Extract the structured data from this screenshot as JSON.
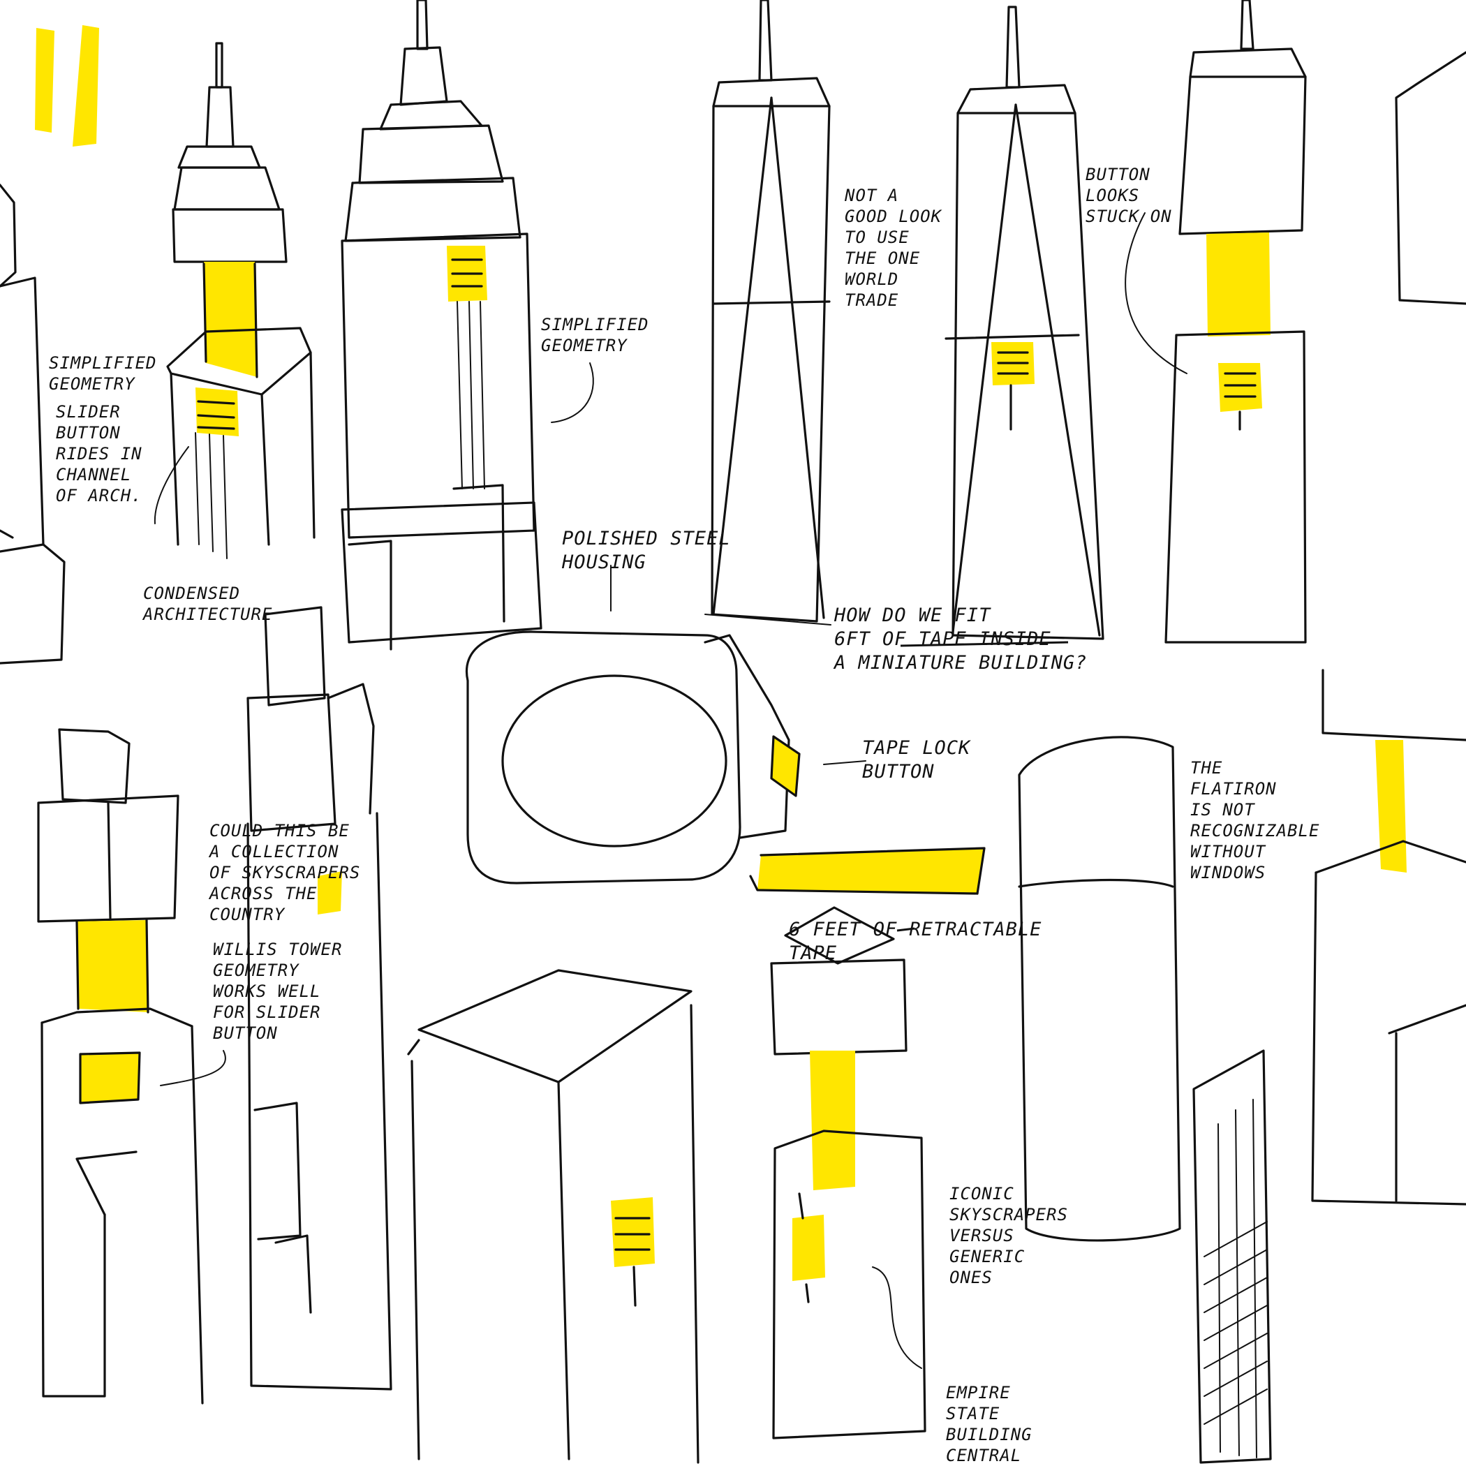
{
  "colors": {
    "ink": "#111111",
    "marker_yellow": "#ffe600",
    "paper": "#ffffff"
  },
  "annotations": {
    "simplified_geometry_left": "SIMPLIFIED\nGEOMETRY",
    "slider_button": "SLIDER\nBUTTON\nRIDES IN\nCHANNEL\nOF ARCH.",
    "simplified_geometry_right": "SIMPLIFIED\nGEOMETRY",
    "not_a_good_look": "NOT A\nGOOD LOOK\nTO USE\nTHE ONE\nWORLD\nTRADE",
    "button_looks_stuck": "BUTTON\nLOOKS\nSTUCK ON",
    "polished_steel": "POLISHED STEEL\nHOUSING",
    "condensed_architecture": "CONDENSED\nARCHITECTURE",
    "how_do_we_fit": "HOW DO WE FIT\n6FT OF TAPE INSIDE\nA MINIATURE BUILDING?",
    "tape_lock_button": "TAPE LOCK\nBUTTON",
    "flatiron": "THE\nFLATIRON\nIS NOT\nRECOGNIZABLE\nWITHOUT\nWINDOWS",
    "collection": "COULD THIS BE\nA COLLECTION\nOF SKYSCRAPERS\nACROSS THE\nCOUNTRY",
    "willis_tower": "WILLIS TOWER\nGEOMETRY\nWORKS WELL\nFOR SLIDER\nBUTTON",
    "six_feet": "6 FEET OF RETRACTABLE\nTAPE",
    "iconic_skyscrapers": "ICONIC\nSKYSCRAPERS\nVERSUS\nGENERIC\nONES",
    "empire_state": "EMPIRE\nSTATE\nBUILDING\nCENTRAL"
  }
}
